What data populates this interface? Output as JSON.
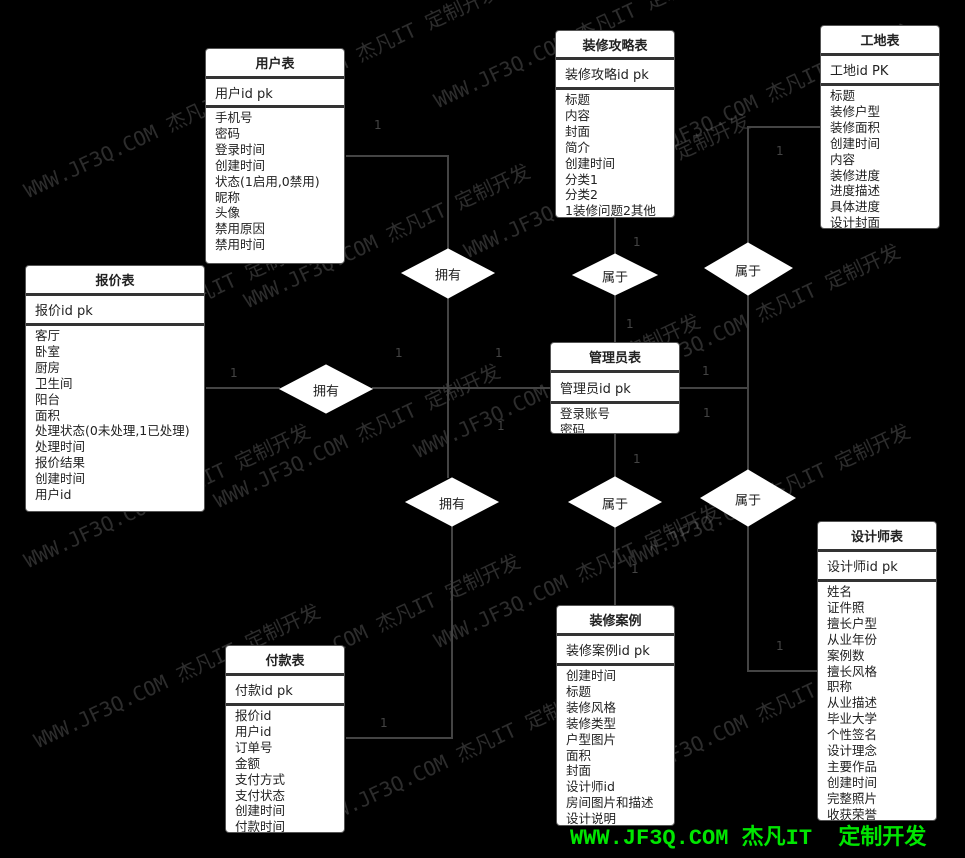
{
  "entities": {
    "user": {
      "title": "用户表",
      "pk": "用户id  pk",
      "fields": [
        "手机号",
        "密码",
        "登录时间",
        "创建时间",
        "状态(1启用,0禁用)",
        "昵称",
        "头像",
        "禁用原因",
        "禁用时间"
      ]
    },
    "quote": {
      "title": "报价表",
      "pk": "报价id  pk",
      "fields": [
        "客厅",
        "卧室",
        "厨房",
        "卫生间",
        "阳台",
        "面积",
        "处理状态(0未处理,1已处理)",
        "处理时间",
        "报价结果",
        "创建时间",
        "用户id"
      ]
    },
    "guide": {
      "title": "装修攻略表",
      "pk": "装修攻略id  pk",
      "fields": [
        "标题",
        "内容",
        "封面",
        "简介",
        "创建时间",
        "分类1",
        "分类2",
        "1装修问题2其他"
      ]
    },
    "site": {
      "title": "工地表",
      "pk": "工地id  PK",
      "fields": [
        "标题",
        "装修户型",
        "装修面积",
        "创建时间",
        "内容",
        "装修进度",
        "进度描述",
        "具体进度",
        "设计封面"
      ]
    },
    "admin": {
      "title": "管理员表",
      "pk": "管理员id     pk",
      "fields": [
        "登录账号",
        "密码"
      ]
    },
    "case": {
      "title": "装修案例",
      "pk": "装修案例id  pk",
      "fields": [
        "创建时间",
        "标题",
        "装修风格",
        "装修类型",
        "户型图片",
        "面积",
        "封面",
        "设计师id",
        "房间图片和描述",
        "设计说明"
      ]
    },
    "designer": {
      "title": "设计师表",
      "pk": "设计师id pk",
      "fields": [
        "姓名",
        "证件照",
        "擅长户型",
        "从业年份",
        "案例数",
        "擅长风格",
        "职称",
        "从业描述",
        "毕业大学",
        "个性签名",
        "设计理念",
        "主要作品",
        "创建时间",
        "完整照片",
        "收获荣誉"
      ]
    },
    "payment": {
      "title": "付款表",
      "pk": "付款id  pk",
      "fields": [
        "报价id",
        "用户id",
        "订单号",
        "金额",
        "支付方式",
        "支付状态",
        "创建时间",
        "付款时间"
      ]
    }
  },
  "relationships": [
    {
      "label": "拥有"
    },
    {
      "label": "拥有"
    },
    {
      "label": "拥有"
    },
    {
      "label": "属于"
    },
    {
      "label": "属于"
    },
    {
      "label": "属于"
    },
    {
      "label": "属于"
    }
  ],
  "cardinality": "1",
  "watermark": [
    "WWW.JF3Q.COM 杰凡IT 定制开发"
  ],
  "footer": "WWW.JF3Q.COM 杰凡IT  定制开发",
  "colors": {
    "footer": "#00e600",
    "line": "#444444"
  }
}
